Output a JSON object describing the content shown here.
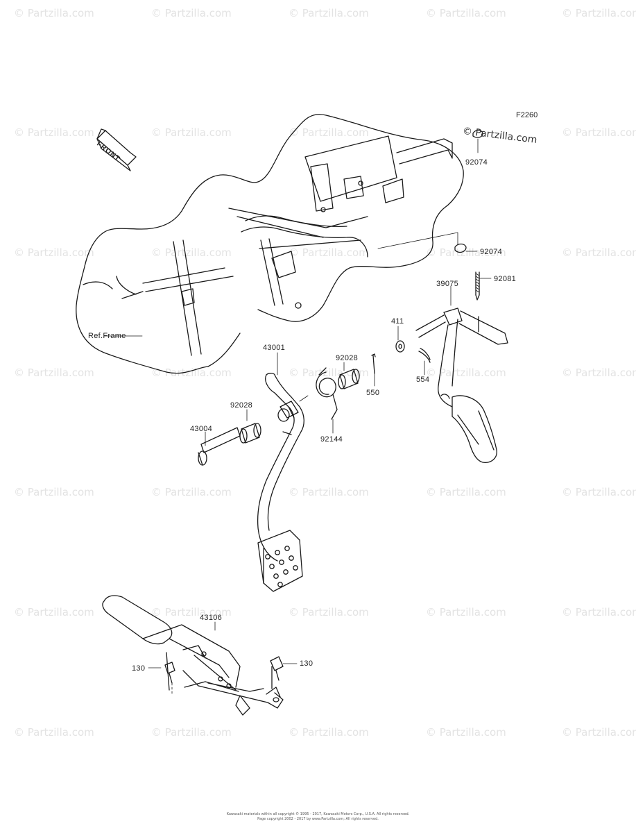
{
  "watermark_text": "© Partzilla.com",
  "figure_code": "F2260",
  "brand_mark": "© Partzilla.com",
  "front_tag": "FRONT",
  "ref_frame_label": "Ref.Frame",
  "parts": {
    "p92074_top": "92074",
    "p92074_mid": "92074",
    "p92081": "92081",
    "p39075": "39075",
    "p411": "411",
    "p554": "554",
    "p43001": "43001",
    "p92028_upper": "92028",
    "p550": "550",
    "p92028_lower": "92028",
    "p43004": "43004",
    "p92144": "92144",
    "p43106": "43106",
    "p130_left": "130",
    "p130_right": "130"
  },
  "footer": {
    "line1": "Kawasaki materials within all copyright © 1995 - 2017, Kawasaki Motors Corp., U.S.A. All rights reserved.",
    "line2": "Page copyright 2002 - 2017 by www.Partzilla.com; All rights reserved."
  }
}
